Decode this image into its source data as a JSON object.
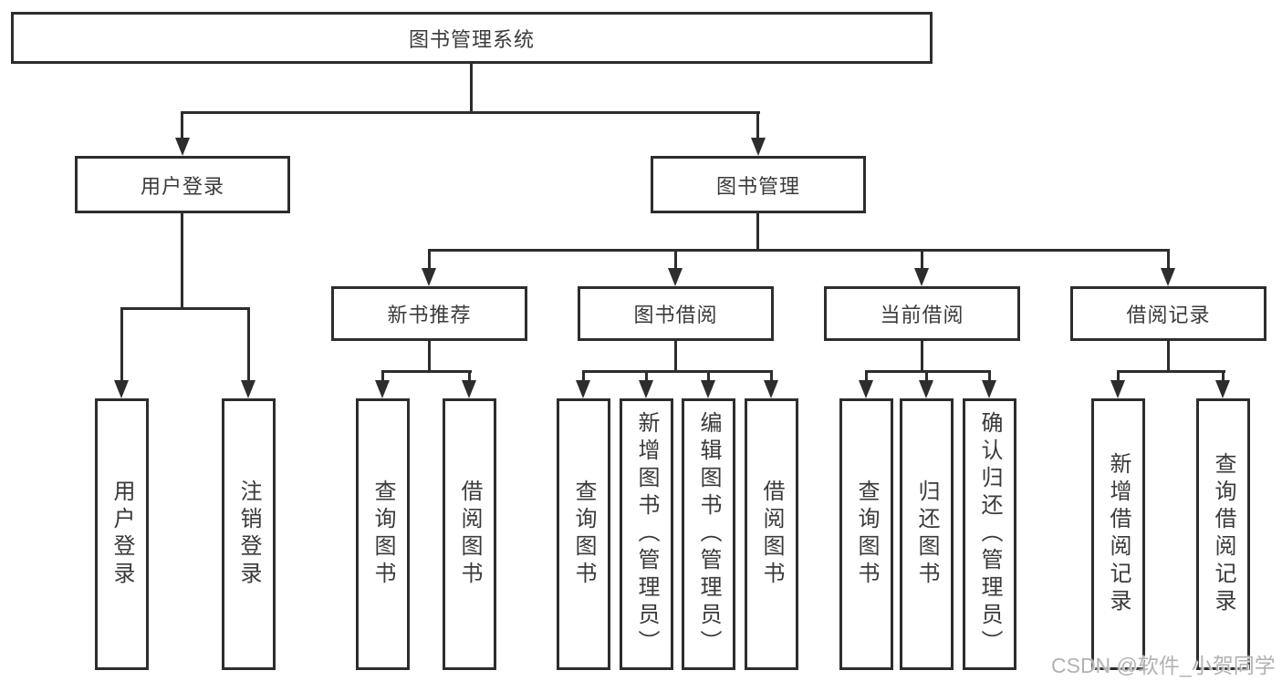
{
  "diagram_title": "图书管理系统",
  "tree": {
    "label": "图书管理系统",
    "children": [
      {
        "label": "用户登录",
        "children": [
          {
            "label": "用户登录"
          },
          {
            "label": "注销登录"
          }
        ]
      },
      {
        "label": "图书管理",
        "children": [
          {
            "label": "新书推荐",
            "children": [
              {
                "label": "查询图书"
              },
              {
                "label": "借阅图书"
              }
            ]
          },
          {
            "label": "图书借阅",
            "children": [
              {
                "label": "查询图书"
              },
              {
                "label": "新增图书（管理员）"
              },
              {
                "label": "编辑图书（管理员）"
              },
              {
                "label": "借阅图书"
              }
            ]
          },
          {
            "label": "当前借阅",
            "children": [
              {
                "label": "查询图书"
              },
              {
                "label": "归还图书"
              },
              {
                "label": "确认归还（管理员）"
              }
            ]
          },
          {
            "label": "借阅记录",
            "children": [
              {
                "label": "新增借阅记录"
              },
              {
                "label": "查询借阅记录"
              }
            ]
          }
        ]
      }
    ]
  },
  "watermark": {
    "text": "CSDN @软件_小贺同学"
  },
  "colors": {
    "line": "#2d2d2d",
    "text": "#3a3a3a",
    "background": "#ffffff",
    "watermark": "#b3b1b1"
  }
}
